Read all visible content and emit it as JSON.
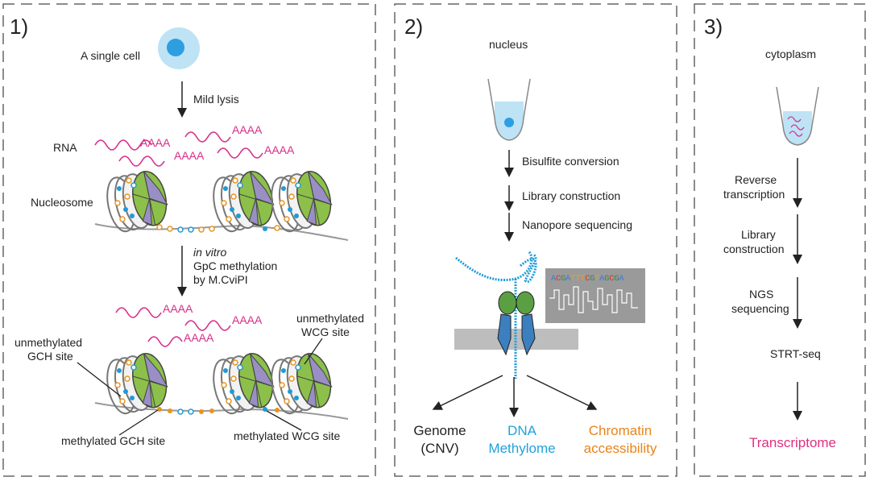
{
  "panel1": {
    "number": "1)",
    "cell_label": "A single cell",
    "lysis_label": "Mild lysis",
    "rna_label": "RNA",
    "polya": "AAAA",
    "nucleosome_label": "Nucleosome",
    "invitro_label": "in vitro",
    "gpc_label": "GpC methylation",
    "mcvipi_label": "by M.CviPI",
    "unmeth_gch_line1": "unmethylated",
    "unmeth_gch_line2": "GCH site",
    "unmeth_wcg_line1": "unmethylated",
    "unmeth_wcg_line2": "WCG site",
    "meth_gch_label": "methylated GCH site",
    "meth_wcg_label": "methylated WCG site"
  },
  "panel2": {
    "number": "2)",
    "nucleus_label": "nucleus",
    "steps": [
      "Bisulfite conversion",
      "Library construction",
      "Nanopore sequencing"
    ],
    "sequence": "ACGATTTCGTAGCGA",
    "outputs": {
      "genome_line1": "Genome",
      "genome_line2": "(CNV)",
      "dna_line1": "DNA",
      "dna_line2": "Methylome",
      "chromatin_line1": "Chromatin",
      "chromatin_line2": "accessibility"
    }
  },
  "panel3": {
    "number": "3)",
    "cytoplasm_label": "cytoplasm",
    "rt_line1": "Reverse",
    "rt_line2": "transcription",
    "lib_line1": "Library",
    "lib_line2": "construction",
    "ngs_line1": "NGS",
    "ngs_line2": "sequencing",
    "strt_label": "STRT-seq",
    "output_label": "Transcriptome"
  },
  "colors": {
    "rna": "#d62e8a",
    "blue": "#1e9bd7",
    "orange": "#e8941f",
    "green": "#8cc04a",
    "purple": "#9a8fc4",
    "gray": "#9a9a9a",
    "dashed": "#666666",
    "chromatin_text": "#e8841a",
    "dna_text": "#1fa3dc",
    "transcriptome_text": "#e0307f"
  }
}
